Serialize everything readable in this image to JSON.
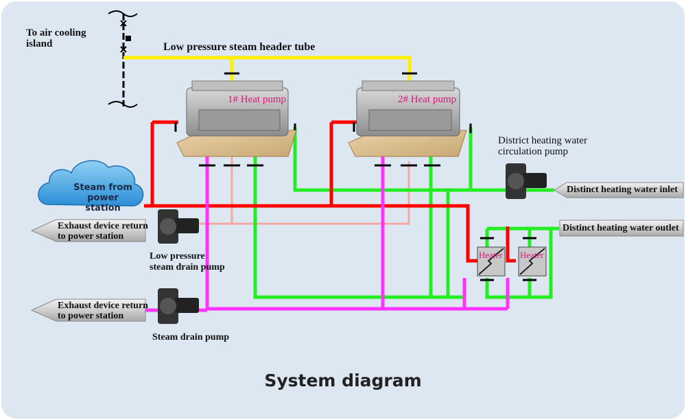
{
  "title": "System diagram",
  "labels": {
    "to_air_cooling": "To air cooling\nisland",
    "header_tube": "Low pressure steam header tube",
    "hp1": "1# Heat pump",
    "hp2": "2# Heat pump",
    "dh_pump": "District heating water\ncirculation pump",
    "steam_from": "Steam from\npower station",
    "exhaust_return_1": "Exhaust device return\nto power station",
    "exhaust_return_2": "Exhaust device return\nto power station",
    "lp_drain_pump": "Low pressure\nsteam drain pump",
    "steam_drain_pump": "Steam drain pump",
    "inlet": "Distinct heating water inlet",
    "outlet": "Distinct heating water outlet",
    "heater1": "Heater",
    "heater2": "Heater"
  },
  "colors": {
    "steam_header": "#ffef00",
    "steam_supply": "#ff0000",
    "drain": "#ff33ff",
    "heating_water": "#22ee22",
    "lp_drain": "#f4a8a0",
    "heater_label": "#e0147a"
  },
  "icons": [
    "cloud-icon",
    "pump-icon",
    "heat-pump-icon",
    "heater-icon",
    "valve-icon"
  ]
}
